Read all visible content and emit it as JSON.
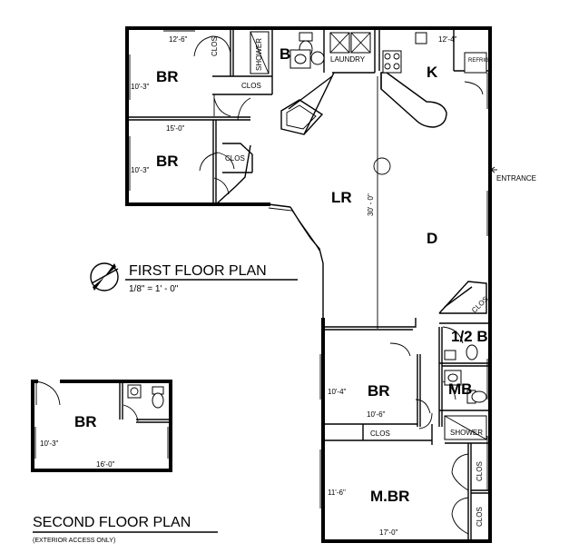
{
  "labels": {
    "br1": "BR",
    "br2": "BR",
    "bath": "B",
    "laundry": "LAUNDRY",
    "kitchen": "K",
    "living": "LR",
    "dining": "D",
    "half_bath": "1/2 B",
    "br3": "BR",
    "master_bath": "MB",
    "master_br": "M.BR",
    "br_second": "BR",
    "entrance": "ENTRANCE",
    "clos": "CLOS",
    "shower": "SHOWER",
    "refrig": "REFRIG"
  },
  "dims": {
    "br1_w": "12'-6\"",
    "br1_h": "10'-3\"",
    "br2_w": "15'-0\"",
    "br2_h": "10'-3\"",
    "k_w": "12'-4\"",
    "lr_len": "30' - 0\"",
    "br3_h": "10'-4\"",
    "br3_w": "10'-6\"",
    "mbr_h": "11'-6\"",
    "mbr_w": "17'-0\"",
    "second_h": "10'-3\"",
    "second_w": "16'-0\""
  },
  "titles": {
    "first_floor": "FIRST FLOOR PLAN",
    "scale": "1/8\" = 1' - 0\"",
    "second_floor": "SECOND FLOOR PLAN",
    "second_note": "(EXTERIOR ACCESS ONLY)"
  }
}
